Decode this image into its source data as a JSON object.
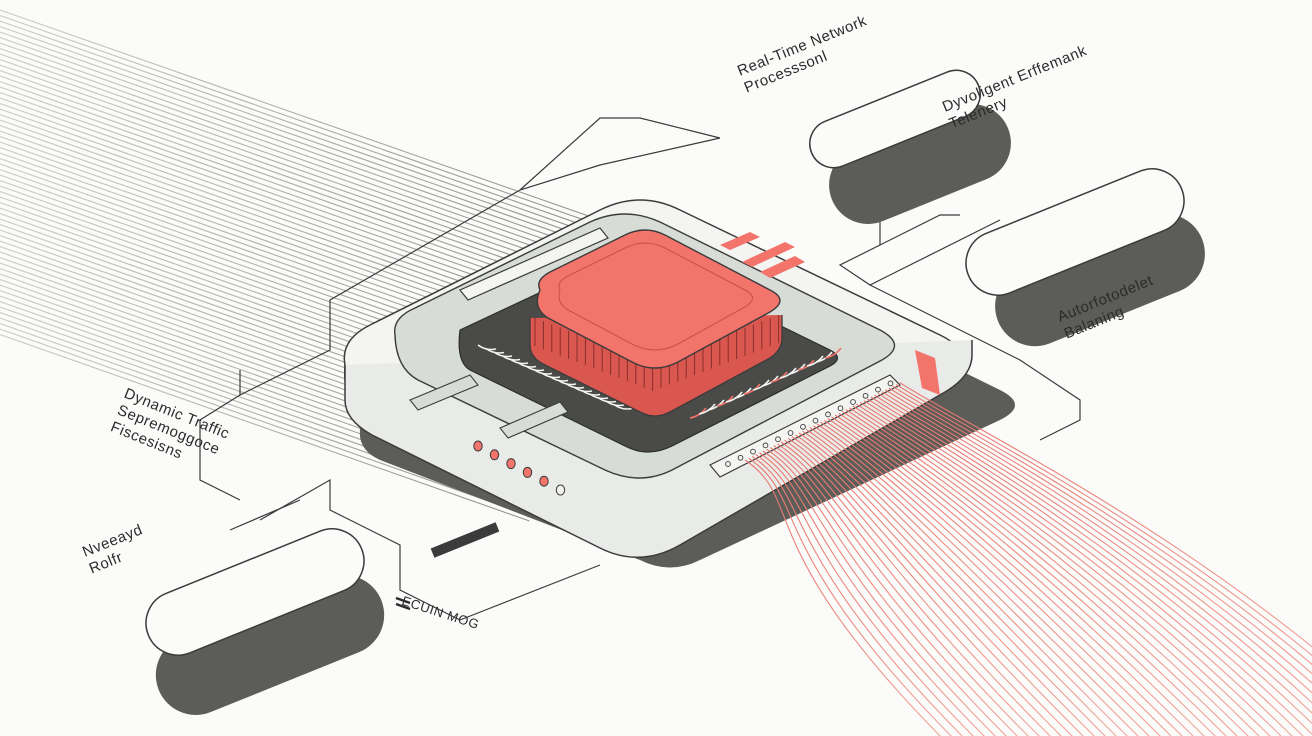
{
  "labels": {
    "realtime": [
      "Real-Time Network",
      "Processsonl"
    ],
    "telemetry": [
      "Dyvoligent Erffemank",
      "Telenery"
    ],
    "autobal": [
      "Autorfotodelet",
      "Balaning"
    ],
    "dynamic": [
      "Dynamic Traffic",
      "Sepremoggoce",
      "Fiscesisns"
    ],
    "nested": [
      "Nveeayd",
      "Rolfr"
    ],
    "bottom": "ECUIN MOG"
  },
  "icons": {
    "bottom_label_icon": "stacked-lines-icon"
  },
  "colors": {
    "background": "#fbfbfa",
    "accent_red": "#f2746b",
    "dark_shadow": "#5c5d59",
    "light_gray": "#d8dcd7",
    "outline": "#3b3b3b"
  }
}
